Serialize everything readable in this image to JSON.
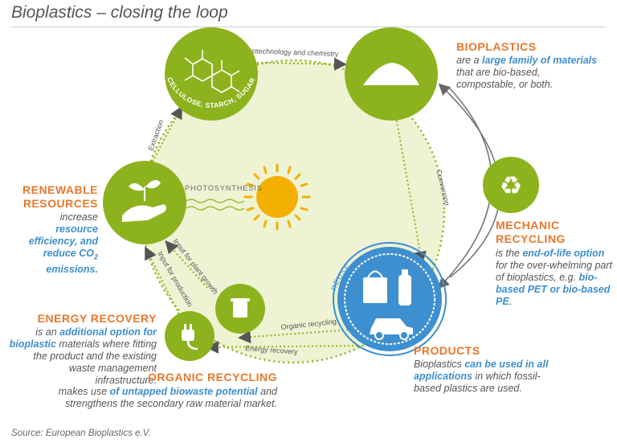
{
  "title": "Bioplastics – closing the loop",
  "source": "Source: European Bioplastics e.V.",
  "center_label": "PHOTOSYNTHESIS",
  "reuse_label": "REUSE",
  "molecule_label": "CELLULOSE, STARCH, SUGAR, OILS",
  "edges": {
    "biotech": "Biotechnology and chemistry",
    "conversion": "Conversion",
    "extraction": "Extraction",
    "organic_recycling": "Organic recycling",
    "energy_recovery": "Energy recovery",
    "input_growth": "Input for plant growth",
    "input_production": "Input for production"
  },
  "bioplastics": {
    "heading": "BIOPLASTICS",
    "t1": "are a ",
    "h1": "large family of materials",
    "t2": " that are bio-based, compostable, or both."
  },
  "renewable": {
    "heading1": "RENEWABLE",
    "heading2": "RESOURCES",
    "t1": "increase ",
    "h1": "resource efficiency, and reduce CO",
    "sub": "2",
    "h2": " emissions."
  },
  "mechanic": {
    "heading1": "MECHANIC",
    "heading2": "RECYCLING",
    "t1": "is the ",
    "h1": "end-of-life option",
    "t2": " for the over-whelming part of bioplastics, e.g. ",
    "h2": "bio-based PET or bio-based PE",
    "t3": "."
  },
  "energy": {
    "heading": "ENERGY RECOVERY",
    "t1": "is an ",
    "h1": "additional option for bioplastic",
    "t2": " materials where fitting the product and the existing waste management infrastructure."
  },
  "products": {
    "heading": "PRODUCTS",
    "t1": "Bioplastics ",
    "h1": "can be used in all applications",
    "t2": " in which fossil-based plastics are used."
  },
  "organic": {
    "heading": "ORGANIC RECYCLING",
    "t1": "makes use ",
    "h1": "of untapped biowaste potential",
    "t2": " and strengthens the secondary raw material market."
  },
  "colors": {
    "green": "#8cb31e",
    "light_green": "#eef3d3",
    "orange": "#e8782a",
    "blue": "#3d8fcf",
    "sun": "#f4b000"
  }
}
